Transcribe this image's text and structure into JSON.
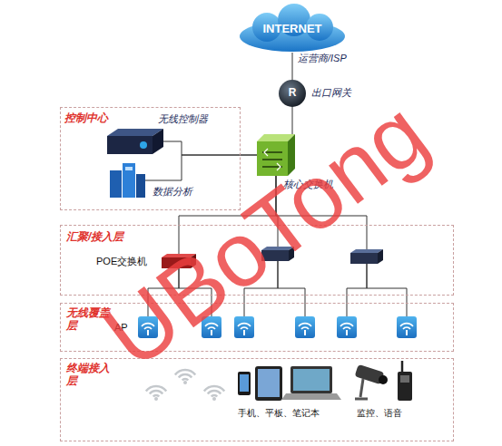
{
  "diagram": {
    "nodes": [
      {
        "text": [
          "INTERNET",
          "运营商/ISP"
        ]
      },
      {
        "text": [
          "R",
          "出口网关"
        ]
      },
      {
        "text": [
          "控制中心"
        ]
      },
      {
        "text": [
          "无线控制器"
        ],
        "in": 2
      },
      {
        "text": [
          "数据分析"
        ],
        "in": 2
      },
      {
        "text": [
          "核心交换机"
        ]
      },
      {
        "text": [
          "汇聚/接入层"
        ]
      },
      {
        "text": [
          "POE交换机"
        ],
        "in": 6
      },
      {
        "text": [],
        "in": 6
      },
      {
        "text": [],
        "in": 6
      },
      {
        "text": [
          "无线覆盖层"
        ]
      },
      {
        "text": [
          "AP"
        ],
        "in": 10
      },
      {
        "text": [],
        "in": 10
      },
      {
        "text": [],
        "in": 10
      },
      {
        "text": [],
        "in": 10
      },
      {
        "text": [],
        "in": 10
      },
      {
        "text": [],
        "in": 10
      },
      {
        "text": [
          "终端接入层"
        ]
      },
      {
        "text": [
          "手机、平板、笔记本"
        ],
        "in": 17
      },
      {
        "text": [
          "监控、语音"
        ],
        "in": 17
      }
    ],
    "edges": [
      {
        "from": 0,
        "to": 1,
        "arrow": "none"
      },
      {
        "from": 1,
        "to": 5,
        "arrow": "none"
      },
      {
        "from": 3,
        "to": 5,
        "arrow": "none"
      },
      {
        "from": 4,
        "to": 5,
        "arrow": "none"
      },
      {
        "from": 5,
        "to": 7,
        "arrow": "none"
      },
      {
        "from": 5,
        "to": 8,
        "arrow": "none"
      },
      {
        "from": 5,
        "to": 9,
        "arrow": "none"
      },
      {
        "from": 7,
        "to": 11,
        "arrow": "none"
      },
      {
        "from": 7,
        "to": 12,
        "arrow": "none"
      },
      {
        "from": 8,
        "to": 13,
        "arrow": "none"
      },
      {
        "from": 8,
        "to": 14,
        "arrow": "none"
      },
      {
        "from": 9,
        "to": 15,
        "arrow": "none"
      },
      {
        "from": 9,
        "to": 16,
        "arrow": "none"
      }
    ],
    "labels": [
      "UBoTong"
    ]
  }
}
